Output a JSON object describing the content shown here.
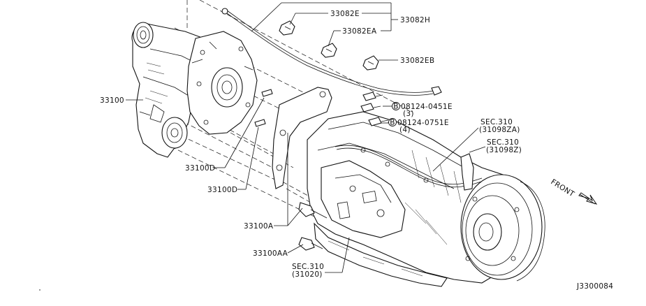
{
  "labels": {
    "p33082E": "33082E",
    "p33082H": "33082H",
    "p33082EA": "33082EA",
    "p33082EB": "33082EB",
    "p33100": "33100",
    "bolt1_code": "08124-0451E",
    "bolt1_qty": "(3)",
    "bolt2_code": "08124-0751E",
    "bolt2_qty": "(4)",
    "bolt_marker": "B",
    "sec310a_line1": "SEC.310",
    "sec310a_line2": "(31098ZA)",
    "sec310b_line1": "SEC.310",
    "sec310b_line2": "(31098Z)",
    "p33100D_1": "33100D",
    "p33100D_2": "33100D",
    "p33100A": "33100A",
    "p33100AA": "33100AA",
    "sec310c_line1": "SEC.310",
    "sec310c_line2": "(31020)",
    "front": "FRONT",
    "diagram_code": "J3300084"
  }
}
